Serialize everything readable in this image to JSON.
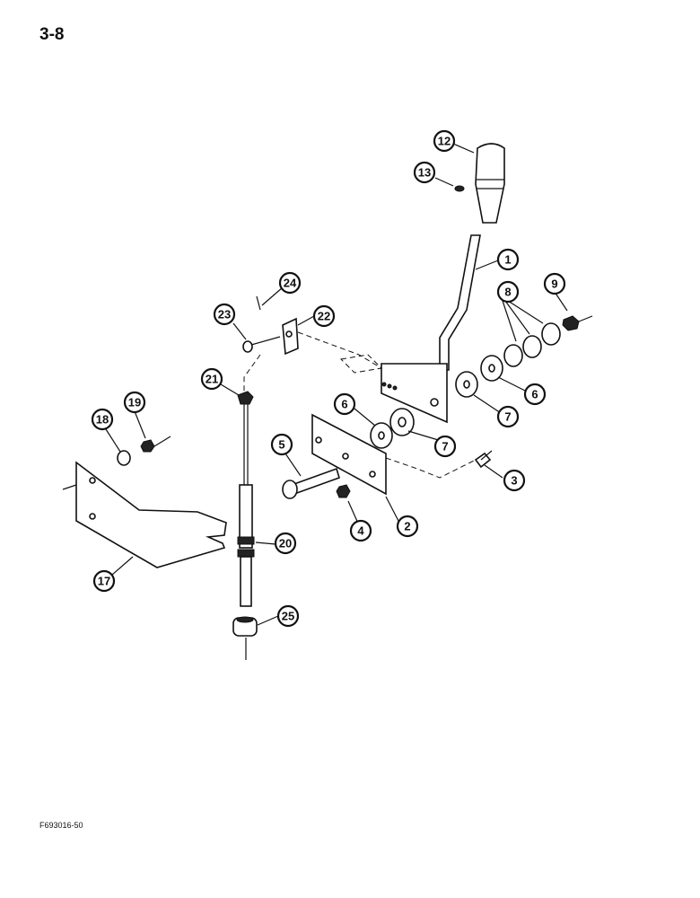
{
  "page_number": "3-8",
  "figure_code": "F693016-50",
  "callouts": [
    "1",
    "2",
    "3",
    "4",
    "5",
    "6",
    "6",
    "7",
    "7",
    "8",
    "9",
    "12",
    "13",
    "17",
    "18",
    "19",
    "20",
    "21",
    "22",
    "23",
    "24",
    "25"
  ]
}
